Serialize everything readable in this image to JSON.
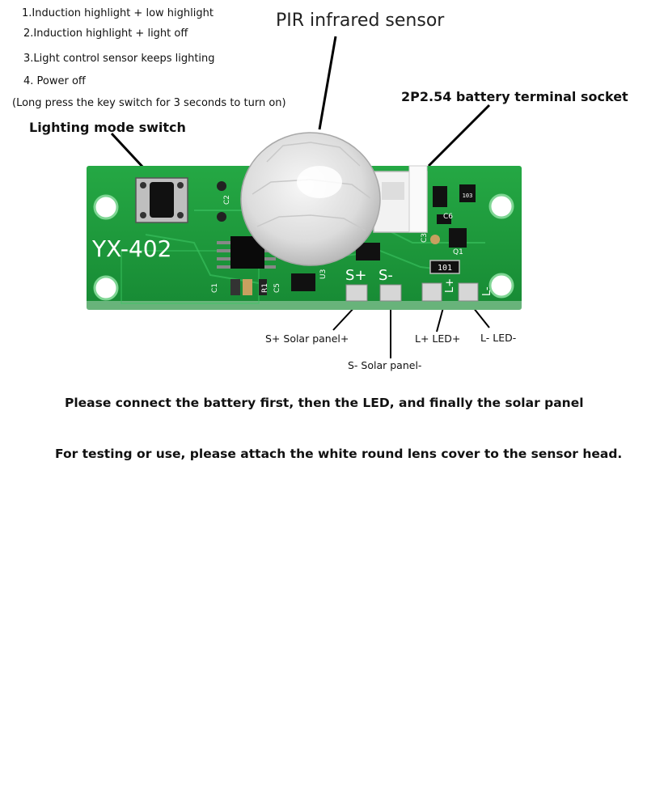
{
  "modes": [
    "1.Induction highlight + low highlight",
    "2.Induction highlight + light off",
    "3.Light control sensor keeps lighting",
    "4. Power off"
  ],
  "mode_note": "(Long press the key switch for 3 seconds to turn on)",
  "callouts": {
    "pir": "PIR infrared sensor",
    "battery": "2P2.54 battery terminal socket",
    "switch": "Lighting mode switch",
    "solar_pos": "S+ Solar panel+",
    "solar_neg": "S- Solar panel-",
    "led_pos": "L+ LED+",
    "led_neg": "L- LED-"
  },
  "board": {
    "model": "YX-402",
    "pad_s_plus": "S+",
    "pad_s_minus": "S-",
    "pad_l_plus": "L+",
    "pad_l_minus": "L-",
    "resistor_marking": "101",
    "small_resistor_marking": "103",
    "silkscreen": [
      "C2",
      "C1",
      "R1",
      "C5",
      "U3",
      "C3",
      "C6",
      "Q1"
    ]
  },
  "instructions": [
    "Please connect the battery first, then the LED, and finally the solar panel",
    "For testing or use, please attach the white round lens cover to the sensor head."
  ],
  "colors": {
    "pcb_green": "#1f9a3c",
    "pcb_dark": "#15802f",
    "lens_white": "#e6e6e6"
  }
}
